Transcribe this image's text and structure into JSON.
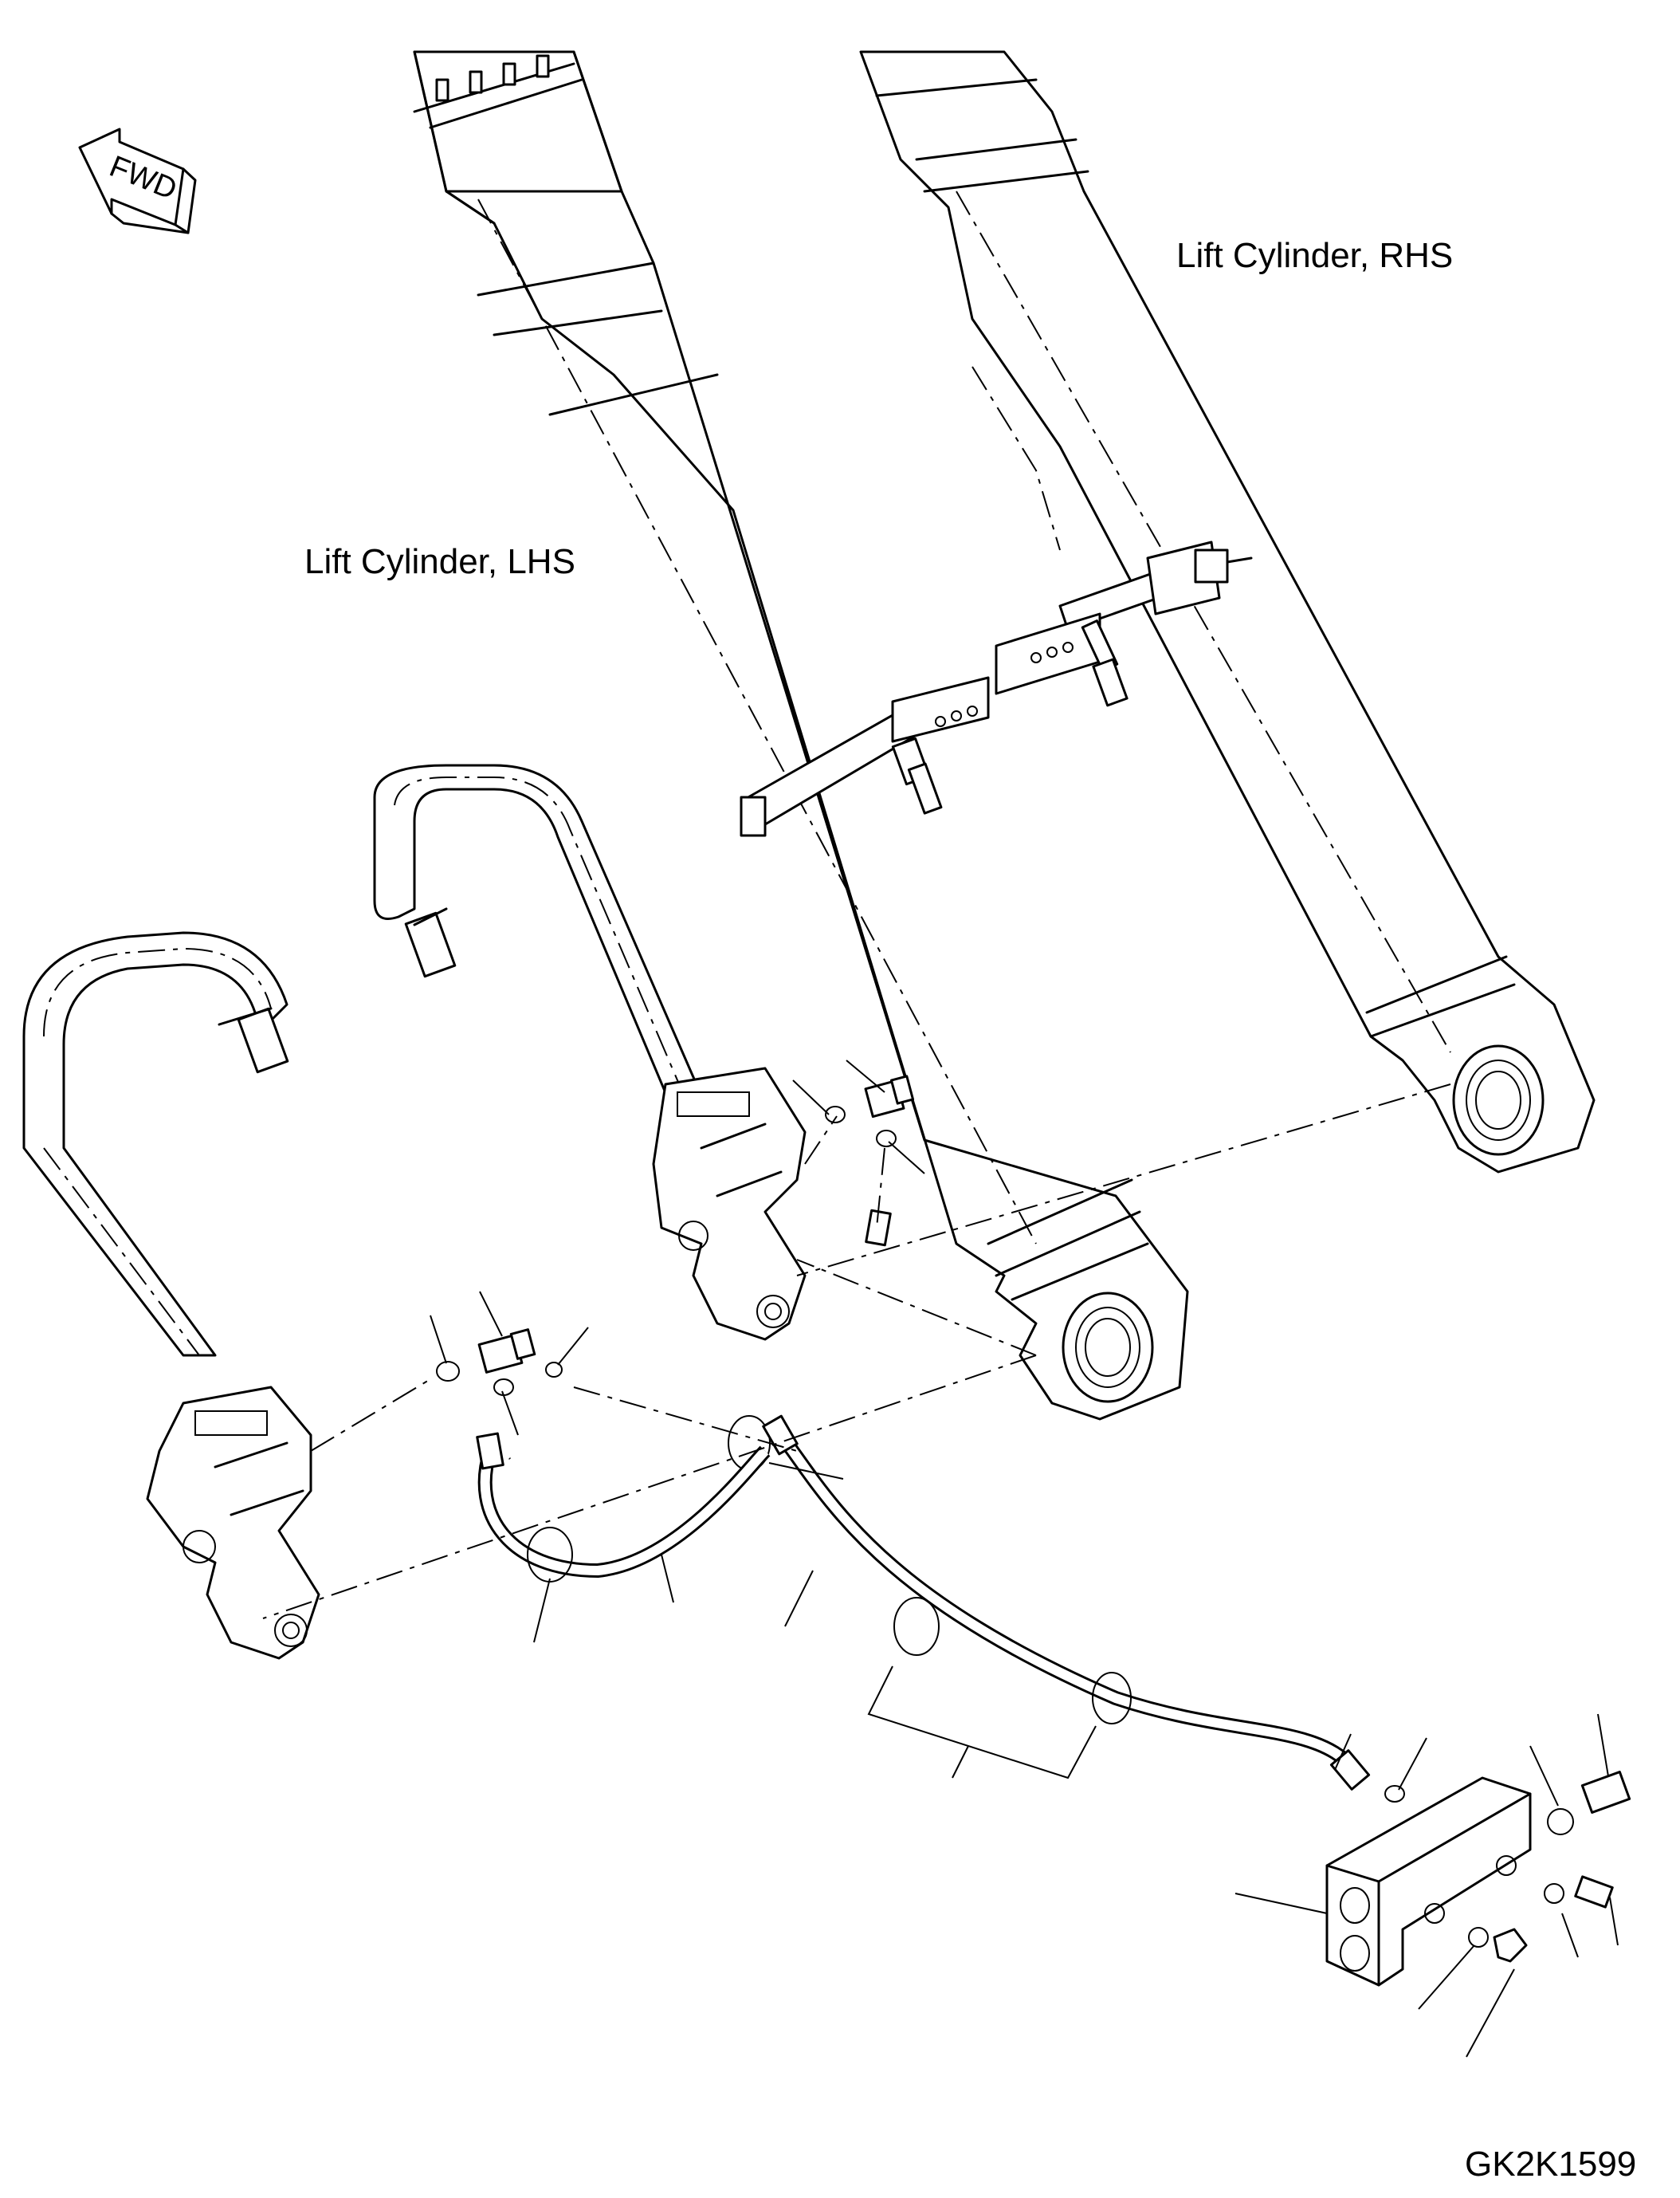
{
  "labels": {
    "fwd": "FWD",
    "lift_cylinder_rhs": "Lift Cylinder, RHS",
    "lift_cylinder_lhs": "Lift Cylinder, LHS",
    "drawing_code": "GK2K1599"
  },
  "colors": {
    "line": "#000000",
    "background": "#ffffff"
  }
}
